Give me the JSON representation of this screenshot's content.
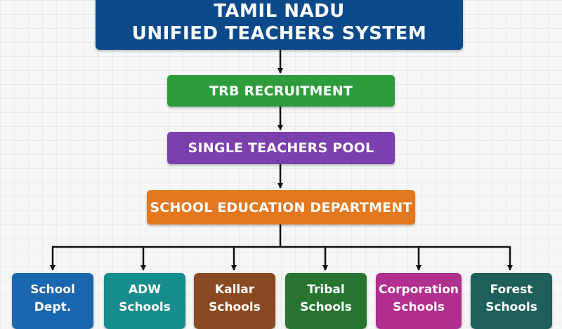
{
  "colors": {
    "title": "#0b4a8a",
    "recruitment": "#2e9c3c",
    "pool": "#7b3fae",
    "department": "#e3781f",
    "connector": "#111111"
  },
  "title": {
    "line1": "TAMIL NADU",
    "line2": "UNIFIED TEACHERS SYSTEM"
  },
  "flow": [
    {
      "label": "TRB RECRUITMENT"
    },
    {
      "label": "SINGLE TEACHERS POOL"
    },
    {
      "label": "SCHOOL EDUCATION DEPARTMENT"
    }
  ],
  "leaves": [
    {
      "line1": "School",
      "line2": "Dept.",
      "color": "#1a67b0"
    },
    {
      "line1": "ADW",
      "line2": "Schools",
      "color": "#178c8c"
    },
    {
      "line1": "Kallar",
      "line2": "Schools",
      "color": "#8a4a21"
    },
    {
      "line1": "Tribal",
      "line2": "Schools",
      "color": "#277530"
    },
    {
      "line1": "Corporation",
      "line2": "Schools",
      "color": "#b02f8f"
    },
    {
      "line1": "Forest",
      "line2": "Schools",
      "color": "#1f5f5a"
    }
  ]
}
